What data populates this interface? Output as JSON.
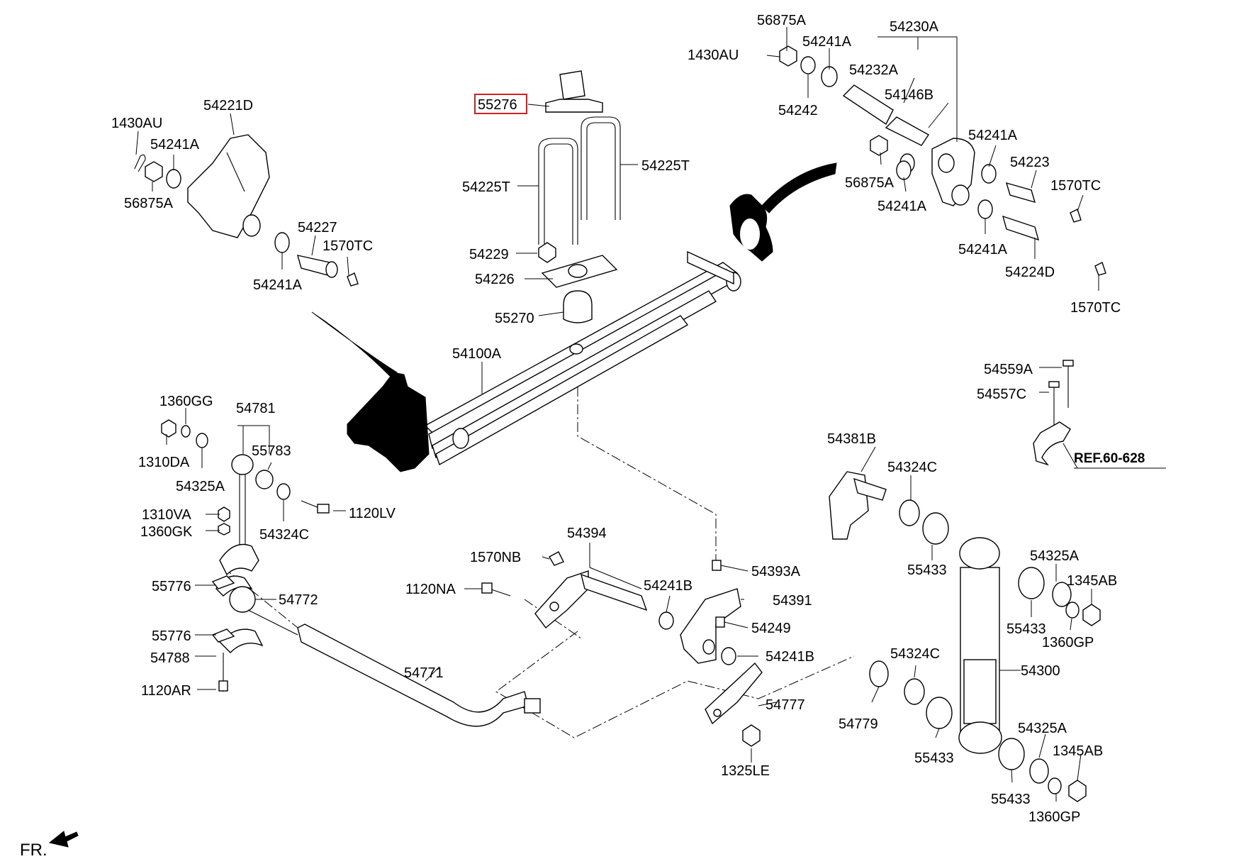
{
  "highlighted_part": "55276",
  "labels": {
    "p55276": "55276",
    "p56875A_t": "56875A",
    "p54230A": "54230A",
    "p1430AU_t": "1430AU",
    "p54241A_t1": "54241A",
    "p54232A": "54232A",
    "p54146B": "54146B",
    "p54242": "54242",
    "p54241A_t2": "54241A",
    "p54223": "54223",
    "p1570TC_t1": "1570TC",
    "p56875A_t2": "56875A",
    "p54241A_t3": "54241A",
    "p54241A_t4": "54241A",
    "p54224D": "54224D",
    "p1570TC_t2": "1570TC",
    "p54221D": "54221D",
    "p1430AU_l": "1430AU",
    "p54241A_l1": "54241A",
    "p56875A_l": "56875A",
    "p54227": "54227",
    "p1570TC_l": "1570TC",
    "p54241A_l2": "54241A",
    "p54225T_r": "54225T",
    "p54225T_l": "54225T",
    "p54229": "54229",
    "p54226": "54226",
    "p55270": "55270",
    "p54100A": "54100A",
    "p54559A": "54559A",
    "p54557C": "54557C",
    "ref": "REF.60-628",
    "p1360GG": "1360GG",
    "p54781": "54781",
    "p55783": "55783",
    "p1310DA": "1310DA",
    "p54325A_l": "54325A",
    "p1310VA": "1310VA",
    "p1120LV": "1120LV",
    "p1360GK": "1360GK",
    "p54324C_l": "54324C",
    "p55776_1": "55776",
    "p54772": "54772",
    "p55776_2": "55776",
    "p54788": "54788",
    "p1120AR": "1120AR",
    "p54771": "54771",
    "p54381B": "54381B",
    "p54324C_r1": "54324C",
    "p55433_1": "55433",
    "p54325A_r1": "54325A",
    "p1345AB_1": "1345AB",
    "p55433_2": "55433",
    "p1360GP_1": "1360GP",
    "p54394": "54394",
    "p1570NB": "1570NB",
    "p1120NA": "1120NA",
    "p54241B_1": "54241B",
    "p54393A": "54393A",
    "p54391": "54391",
    "p54249": "54249",
    "p54241B_2": "54241B",
    "p54324C_r2": "54324C",
    "p54300": "54300",
    "p54777": "54777",
    "p54779": "54779",
    "p55433_3": "55433",
    "p54325A_r2": "54325A",
    "p1345AB_2": "1345AB",
    "p1325LE": "1325LE",
    "p55433_4": "55433",
    "p1360GP_2": "1360GP",
    "fr": "FR."
  }
}
